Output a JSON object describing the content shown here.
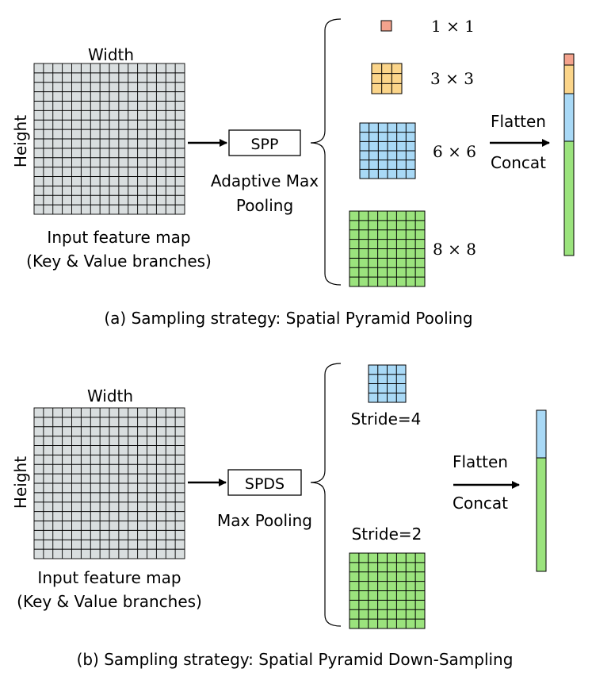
{
  "panel_a": {
    "width_label": "Width",
    "height_label": "Height",
    "input_label_line1": "Input feature map",
    "input_label_line2": "(Key & Value branches)",
    "op_box_label": "SPP",
    "op_desc_line1": "Adaptive Max",
    "op_desc_line2": "Pooling",
    "grids": [
      {
        "name": "grid-1x1",
        "label": "1 × 1",
        "n": 1,
        "color": "#f4a38d"
      },
      {
        "name": "grid-3x3",
        "label": "3 × 3",
        "n": 3,
        "color": "#fbd58a"
      },
      {
        "name": "grid-6x6",
        "label": "6 × 6",
        "n": 6,
        "color": "#a9d9f6"
      },
      {
        "name": "grid-8x8",
        "label": "8 × 8",
        "n": 8,
        "color": "#9be37d"
      }
    ],
    "flatten_label": "Flatten",
    "concat_label": "Concat",
    "caption": "(a) Sampling strategy: Spatial Pyramid Pooling"
  },
  "panel_b": {
    "width_label": "Width",
    "height_label": "Height",
    "input_label_line1": "Input feature map",
    "input_label_line2": "(Key & Value branches)",
    "op_box_label": "SPDS",
    "op_desc": "Max Pooling",
    "grids": [
      {
        "name": "grid-stride-4",
        "label": "Stride=4",
        "n": 4,
        "color": "#a9d9f6"
      },
      {
        "name": "grid-stride-2",
        "label": "Stride=2",
        "n": 8,
        "color": "#9be37d"
      }
    ],
    "flatten_label": "Flatten",
    "concat_label": "Concat",
    "caption": "(b) Sampling strategy: Spatial Pyramid Down-Sampling"
  },
  "colors": {
    "input_grid_fill": "#d9dedf",
    "pink": "#f4a38d",
    "yellow": "#fbd58a",
    "blue": "#a9d9f6",
    "green": "#9be37d"
  }
}
